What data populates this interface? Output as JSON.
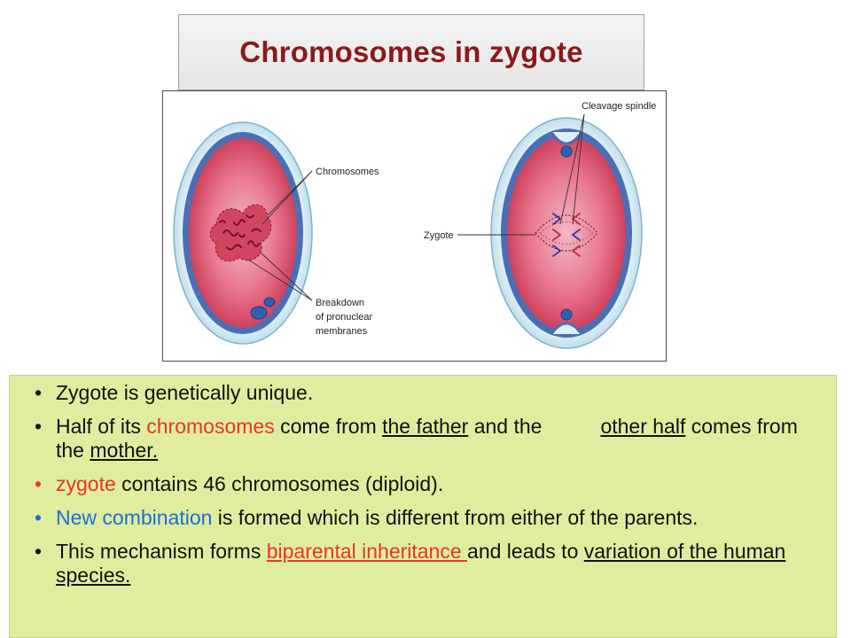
{
  "slide": {
    "title": "Chromosomes in zygote"
  },
  "figure": {
    "labels": {
      "chromosomes": "Chromosomes",
      "breakdown_line1": "Breakdown",
      "breakdown_line2": "of pronuclear",
      "breakdown_line3": "membranes",
      "cleavage_spindle": "Cleavage spindle",
      "zygote": "Zygote"
    },
    "colors": {
      "zona": "#c8e4f0",
      "membrane": "#4a6fb5",
      "cytoplasm": "#d9506e",
      "cytoplasm_light": "#f0a2b4",
      "chromosome": "#7a1030"
    }
  },
  "bullets": [
    {
      "parts": [
        {
          "text": "Zygote is genetically unique."
        }
      ]
    },
    {
      "parts": [
        {
          "text": "Half of its "
        },
        {
          "text": "chromosomes",
          "style": "red"
        },
        {
          "text": " come from "
        },
        {
          "text": "the father",
          "style": "u"
        },
        {
          "text": " and the"
        },
        {
          "text": "other half",
          "style": "u",
          "gap": true
        },
        {
          "text": " comes from the "
        },
        {
          "text": "mother.",
          "style": "u"
        }
      ]
    },
    {
      "bullet_color": "red",
      "parts": [
        {
          "text": "zygote",
          "style": "red"
        },
        {
          "text": " contains 46 chromosomes (diploid)."
        }
      ]
    },
    {
      "bullet_color": "blue",
      "parts": [
        {
          "text": "New combination",
          "style": "blue"
        },
        {
          "text": " is formed which is different  from either of the parents."
        }
      ]
    },
    {
      "parts": [
        {
          "text": "This mechanism forms "
        },
        {
          "text": "biparental inheritance ",
          "style": "red u-red"
        },
        {
          "text": "and leads to "
        },
        {
          "text": "variation of the human species.",
          "style": "u"
        }
      ]
    }
  ]
}
